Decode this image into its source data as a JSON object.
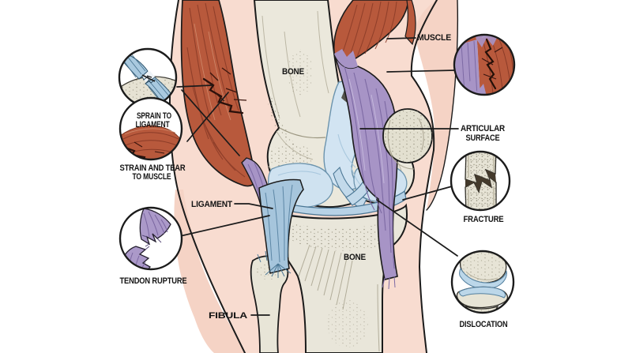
{
  "figure": {
    "type": "medical-illustration",
    "subject": "Knee joint with common injuries",
    "view": "labeled anatomical diagram with six circular injury insets",
    "background": "#ffffff"
  },
  "labels": {
    "muscle": "MUSCLE",
    "bone_upper": "BONE",
    "articular_line1": "ARTICULAR",
    "articular_line2": "SURFACE",
    "fracture": "FRACTURE",
    "dislocation": "DISLOCATION",
    "ligament": "LIGAMENT",
    "bone_lower": "BONE",
    "fibula": "FIBULA",
    "tendon_rupture": "TENDON RUPTURE",
    "sprain_line1": "SPRAIN TO",
    "sprain_line2": "LIGAMENT",
    "strain_line1": "STRAIN AND TEAR",
    "strain_line2": "TO MUSCLE"
  },
  "insets": [
    {
      "name": "sprain-to-ligament-inset"
    },
    {
      "name": "strain-and-tear-to-muscle-inset"
    },
    {
      "name": "muscle-injury-inset"
    },
    {
      "name": "fracture-inset"
    },
    {
      "name": "dislocation-inset"
    },
    {
      "name": "tendon-rupture-inset"
    }
  ],
  "colors": {
    "skin": "#f8dcd0",
    "skin_back": "#f5d3c5",
    "muscle": "#b8593c",
    "muscle_fiber": "#8a3b27",
    "muscle_highlight": "#d08a6c",
    "tear_crack": "#2a100a",
    "tendon_purple": "#a794c6",
    "tendon_fiber": "#7d6aa4",
    "bone": "#e9e6da",
    "bone_speckle": "#8f8a77",
    "cartilage": "#d2e4f2",
    "ligament_blue": "#a6c5dc",
    "ligament_fiber": "#5d87a6",
    "outline": "#1b1b1b",
    "label_text": "#141414"
  }
}
